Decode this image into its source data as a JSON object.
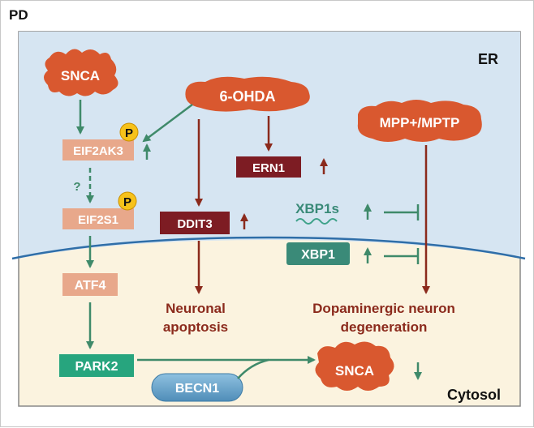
{
  "panel_label": "PD",
  "compartments": {
    "er": "ER",
    "cytosol": "Cytosol"
  },
  "nodes": {
    "snca_top": "SNCA",
    "ohda": "6-OHDA",
    "mpp": "MPP+/MPTP",
    "eif2ak3": "EIF2AK3",
    "eif2s1": "EIF2S1",
    "atf4": "ATF4",
    "park2": "PARK2",
    "becn1": "BECN1",
    "ern1": "ERN1",
    "ddit3": "DDIT3",
    "xbp1s": "XBP1s",
    "xbp1": "XBP1",
    "snca_bottom": "SNCA"
  },
  "phospho": {
    "p1": "P",
    "p2": "P"
  },
  "markers": {
    "unknown_link": "?"
  },
  "outcomes": {
    "apoptosis_line1": "Neuronal",
    "apoptosis_line2": "apoptosis",
    "degeneration_line1": "Dopaminergic neuron",
    "degeneration_line2": "degeneration"
  },
  "colors": {
    "er_fill": "#d6e5f2",
    "cytosol_fill": "#fbf3df",
    "membrane": "#2f6ea8",
    "green_arrow": "#3f8a6a",
    "red_arrow": "#8b2a1c",
    "blob": "#d9582f",
    "dark_red_box": "#7d1c23",
    "salmon_box": "#e8a88b",
    "teal_box": "#3a8a78",
    "bright_green_box": "#27a57e",
    "blue_box": "#5f9fc7",
    "phospho_circle": "#f7c21a"
  }
}
